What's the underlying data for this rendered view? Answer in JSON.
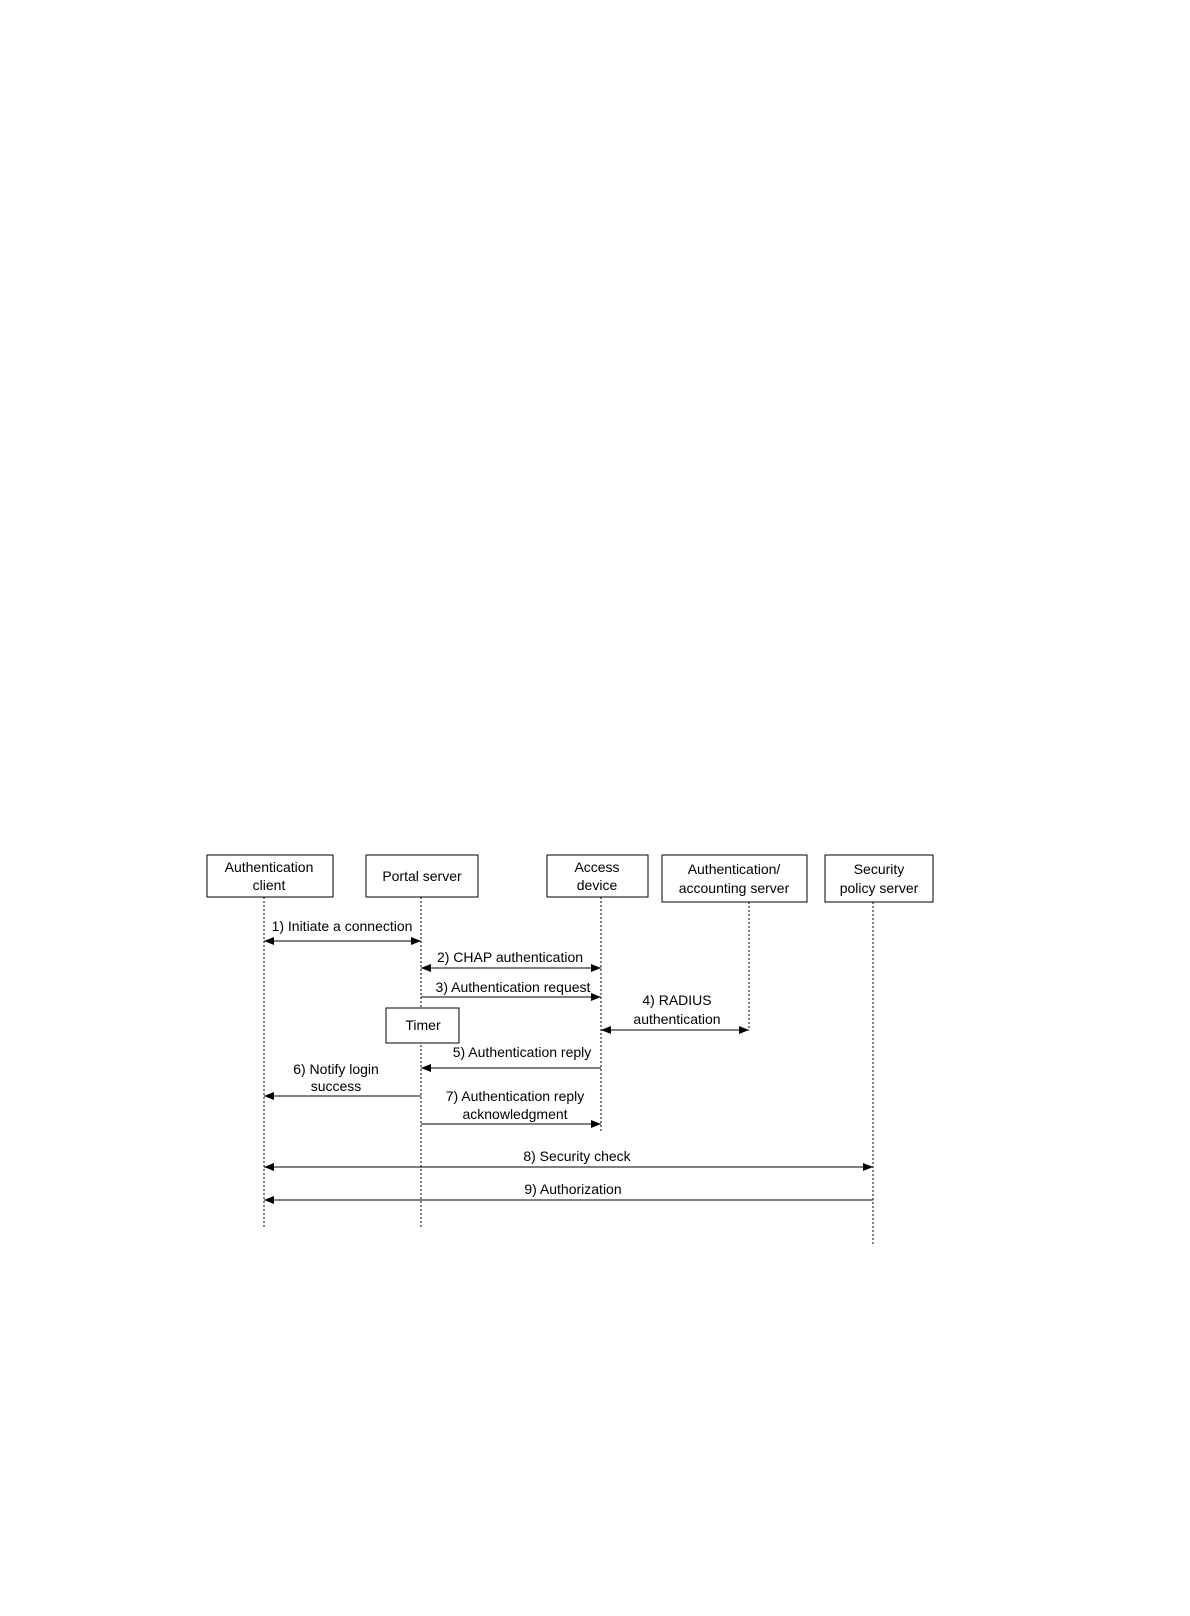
{
  "participants": {
    "client": [
      "Authentication",
      "client"
    ],
    "portal": [
      "Portal server"
    ],
    "access": [
      "Access",
      "device"
    ],
    "aaa": [
      "Authentication/",
      "accounting server"
    ],
    "security": [
      "Security",
      "policy server"
    ]
  },
  "timer_label": "Timer",
  "messages": {
    "m1": [
      "1) Initiate a connection"
    ],
    "m2": [
      "2) CHAP authentication"
    ],
    "m3": [
      "3) Authentication request"
    ],
    "m4": [
      "4) RADIUS",
      "authentication"
    ],
    "m5": [
      "5) Authentication reply"
    ],
    "m6": [
      "6) Notify  login",
      "success"
    ],
    "m7": [
      "7) Authentication reply",
      "acknowledgment"
    ],
    "m8": [
      "8) Security check"
    ],
    "m9": [
      "9) Authorization"
    ]
  },
  "colors": {
    "line": "#000000",
    "background": "#ffffff"
  }
}
